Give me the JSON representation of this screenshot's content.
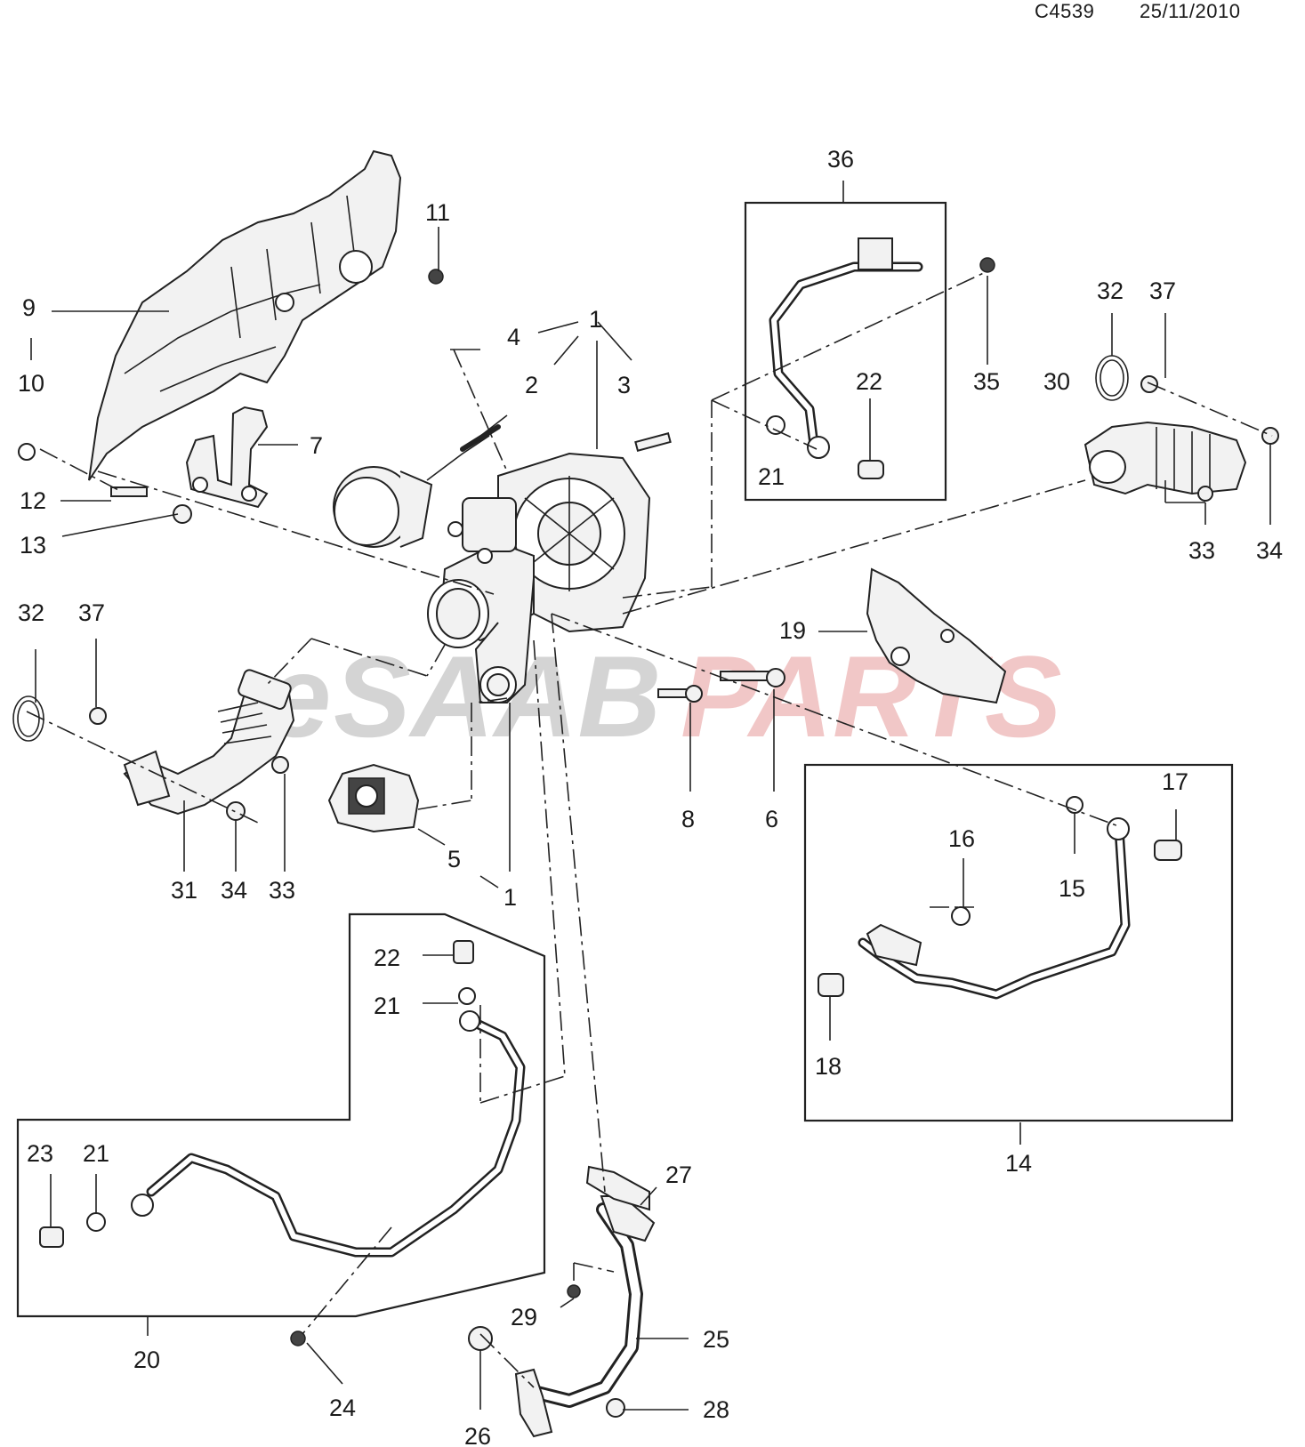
{
  "header": {
    "diagram_code": "C4539",
    "date": "25/11/2010"
  },
  "watermark": {
    "part1": "e",
    "part2": "SAAB",
    "part3": "PARTS",
    "color1": "#9a9a9a",
    "color2": "#e07b7b"
  },
  "labels": {
    "l1a": "1",
    "l1b": "1",
    "l2": "2",
    "l3": "3",
    "l4": "4",
    "l5": "5",
    "l6": "6",
    "l7": "7",
    "l8": "8",
    "l9": "9",
    "l10": "10",
    "l11": "11",
    "l12": "12",
    "l13": "13",
    "l14": "14",
    "l15": "15",
    "l16": "16",
    "l17": "17",
    "l18": "18",
    "l19": "19",
    "l20": "20",
    "l21a": "21",
    "l21b": "21",
    "l21c": "21",
    "l22a": "22",
    "l22b": "22",
    "l23": "23",
    "l24": "24",
    "l25": "25",
    "l26": "26",
    "l27": "27",
    "l28": "28",
    "l29": "29",
    "l30": "30",
    "l31": "31",
    "l32a": "32",
    "l32b": "32",
    "l33a": "33",
    "l33b": "33",
    "l34a": "34",
    "l34b": "34",
    "l35": "35",
    "l36": "36",
    "l37a": "37",
    "l37b": "37"
  }
}
